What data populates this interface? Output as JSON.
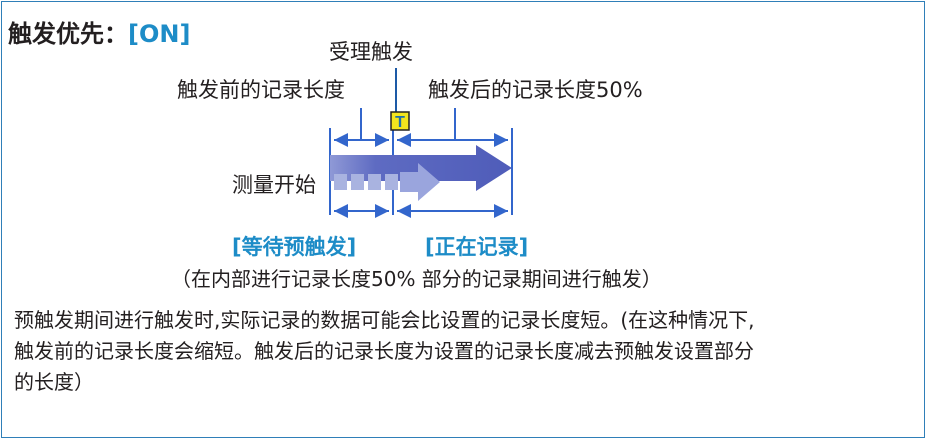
{
  "title": {
    "prefix": "触发优先：",
    "value": "[ON]"
  },
  "diagram": {
    "trigger_accept_label": "受理触发",
    "pre_trigger_label": "触发前的记录长度",
    "post_trigger_label": "触发后的记录长度50%",
    "trigger_marker": "T",
    "measure_start_label": "测量开始",
    "waiting_label": "[等待预触发]",
    "recording_label": "[正在记录]",
    "note": "（在内部进行记录长度50% 部分的记录期间进行触发）"
  },
  "description": {
    "line1": "预触发期间进行触发时,实际记录的数据可能会比设置的记录长度短。(在这种情况下,",
    "line2": "触发前的记录长度会缩短。触发后的记录长度为设置的记录长度减去预触发设置部分",
    "line3": "的长度）"
  },
  "colors": {
    "frame": "#2f7fb8",
    "accent": "#1d8cc7",
    "arrow": "#5a66bd",
    "arrow_light": "#a9b3e0",
    "trigger_marker_bg": "#f2e51d"
  }
}
